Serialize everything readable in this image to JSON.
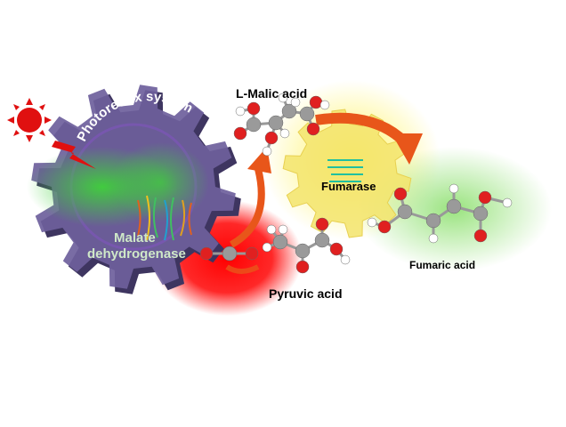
{
  "labels": {
    "photoredox": "Photoredox system",
    "malate_dh_1": "Malate",
    "malate_dh_2": "dehydrogenase",
    "malic_acid": "L-Malic acid",
    "fumarase": "Fumarase",
    "fumaric_acid": "Fumaric acid",
    "pyruvic_acid": "Pyruvic acid"
  },
  "colors": {
    "gear_left": "#6e5f9c",
    "gear_right": "#f2e36a",
    "arrow": "#e8561a",
    "sun": "#e01010",
    "oxygen": "#e02020",
    "carbon": "#9a9a9a",
    "hydrogen": "#ffffff"
  }
}
